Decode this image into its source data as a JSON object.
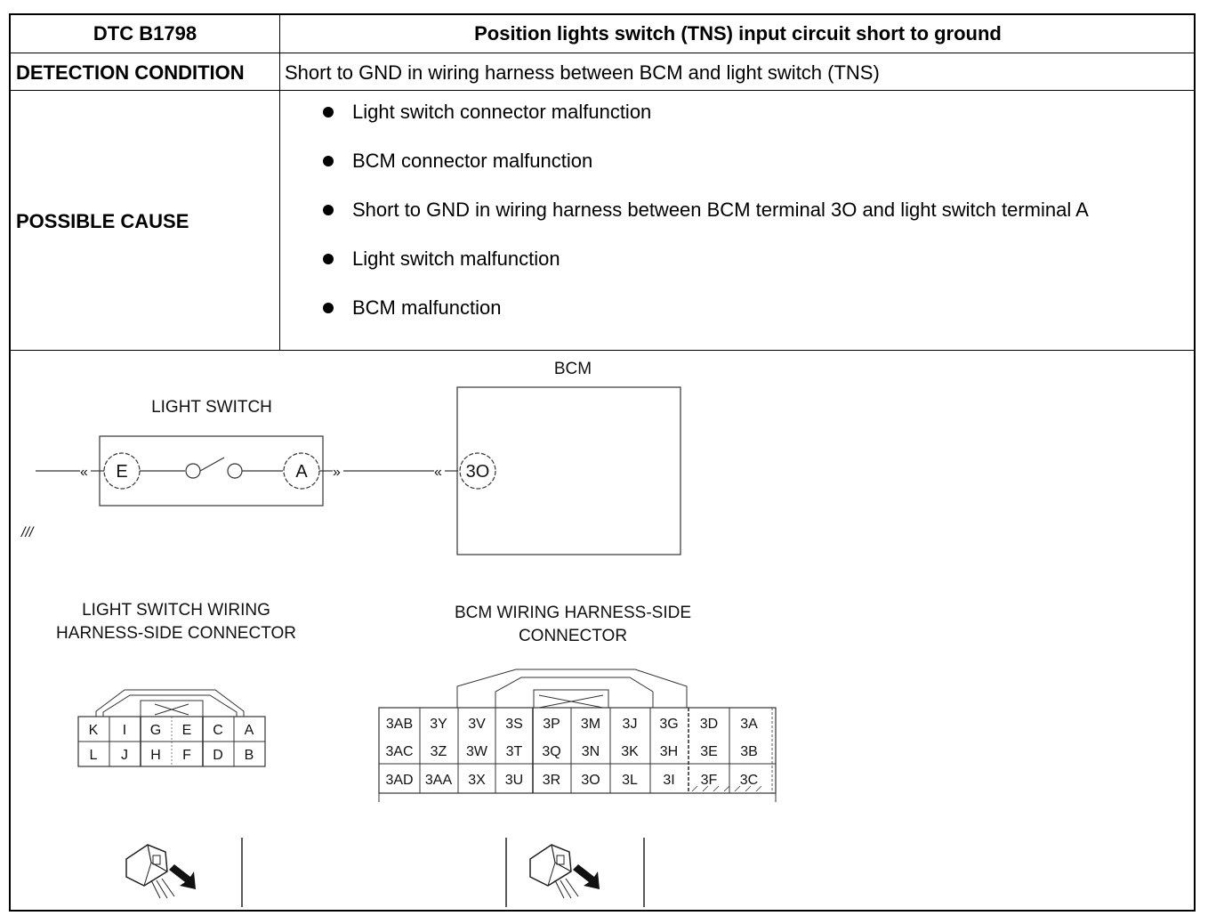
{
  "table": {
    "dtc_label": "DTC B1798",
    "dtc_title": "Position lights switch (TNS) input circuit short to ground",
    "detection_label": "DETECTION CONDITION",
    "detection_text": "Short to GND in wiring harness between BCM and light switch (TNS)",
    "cause_label": "POSSIBLE CAUSE",
    "causes": [
      "Light switch connector malfunction",
      "BCM connector malfunction",
      "Short to GND in wiring harness between BCM terminal 3O and light switch terminal A",
      "Light switch malfunction",
      "BCM malfunction"
    ]
  },
  "diagram": {
    "light_switch_label": "LIGHT SWITCH",
    "bcm_label": "BCM",
    "terminal_e": "E",
    "terminal_a": "A",
    "terminal_3o": "3O",
    "ground_symbol": "///",
    "light_switch_connector_label_line1": "LIGHT SWITCH WIRING",
    "light_switch_connector_label_line2": "HARNESS-SIDE CONNECTOR",
    "bcm_connector_label_line1": "BCM WIRING HARNESS-SIDE",
    "bcm_connector_label_line2": "CONNECTOR",
    "light_switch_pins_top": [
      "K",
      "I",
      "G",
      "E",
      "C",
      "A"
    ],
    "light_switch_pins_bottom": [
      "L",
      "J",
      "H",
      "F",
      "D",
      "B"
    ],
    "bcm_pins": [
      [
        "3AB",
        "3Y",
        "3V",
        "3S",
        "3P",
        "3M",
        "3J",
        "3G",
        "3D",
        "3A"
      ],
      [
        "3AC",
        "3Z",
        "3W",
        "3T",
        "3Q",
        "3N",
        "3K",
        "3H",
        "3E",
        "3B"
      ],
      [
        "3AD",
        "3AA",
        "3X",
        "3U",
        "3R",
        "3O",
        "3L",
        "3I",
        "3F",
        "3C"
      ]
    ]
  }
}
